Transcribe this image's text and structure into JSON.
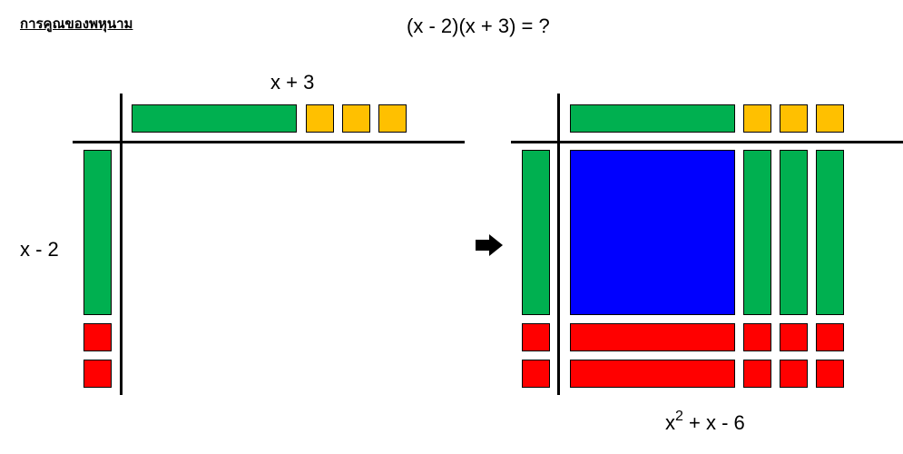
{
  "title": "การคูณของพหุนาม",
  "equation": "(x - 2)(x + 3) = ?",
  "top_factor_label": "x + 3",
  "side_factor_label": "x - 2",
  "result": {
    "base": "x",
    "exponent": "2",
    "rest": " + x - 6"
  },
  "arrow_icon": "right-arrow-icon",
  "colors": {
    "x_tile": "#00b050",
    "unit_positive": "#ffc000",
    "unit_negative": "#ff0000",
    "x_squared": "#0000ff"
  }
}
